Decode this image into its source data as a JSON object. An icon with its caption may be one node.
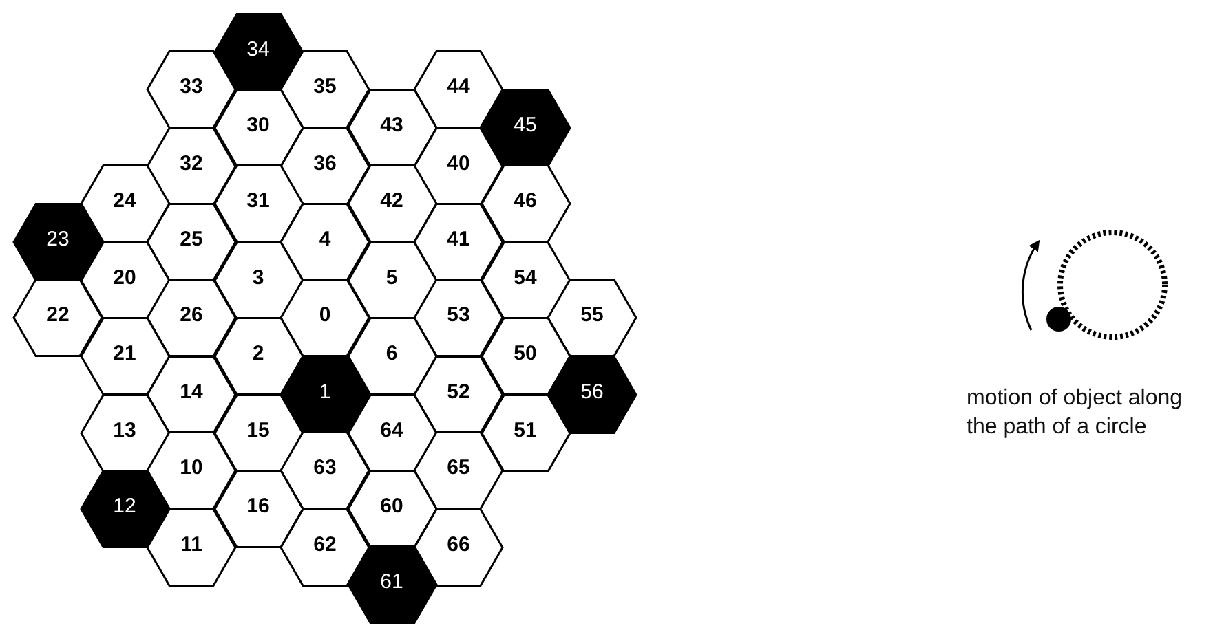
{
  "diagram": {
    "nodes": [
      {
        "text": [
          "34"
        ]
      },
      {
        "text": [
          "33"
        ]
      },
      {
        "text": [
          "35"
        ]
      },
      {
        "text": [
          "44"
        ]
      },
      {
        "text": [
          "43"
        ]
      },
      {
        "text": [
          "30"
        ]
      },
      {
        "text": [
          "45"
        ]
      },
      {
        "text": [
          "32"
        ]
      },
      {
        "text": [
          "36"
        ]
      },
      {
        "text": [
          "40"
        ]
      },
      {
        "text": [
          "24"
        ]
      },
      {
        "text": [
          "31"
        ]
      },
      {
        "text": [
          "42"
        ]
      },
      {
        "text": [
          "46"
        ]
      },
      {
        "text": [
          "4"
        ]
      },
      {
        "text": [
          "41"
        ]
      },
      {
        "text": [
          "25"
        ]
      },
      {
        "text": [
          "23"
        ]
      },
      {
        "text": [
          "3"
        ]
      },
      {
        "text": [
          "5"
        ]
      },
      {
        "text": [
          "54"
        ]
      },
      {
        "text": [
          "20"
        ]
      },
      {
        "text": [
          "53"
        ]
      },
      {
        "text": [
          "26"
        ]
      },
      {
        "text": [
          "0"
        ]
      },
      {
        "text": [
          "55"
        ]
      },
      {
        "text": [
          "22"
        ]
      },
      {
        "text": [
          "2"
        ]
      },
      {
        "text": [
          "6"
        ]
      },
      {
        "text": [
          "21"
        ]
      },
      {
        "text": [
          "50"
        ]
      },
      {
        "text": [
          "14"
        ]
      },
      {
        "text": [
          "1"
        ]
      },
      {
        "text": [
          "56"
        ]
      },
      {
        "text": [
          "52"
        ]
      },
      {
        "text": [
          "13"
        ]
      },
      {
        "text": [
          "64"
        ]
      },
      {
        "text": [
          "15"
        ]
      },
      {
        "text": [
          "51"
        ]
      },
      {
        "text": [
          "63"
        ]
      },
      {
        "text": [
          "65"
        ]
      },
      {
        "text": [
          "10"
        ]
      },
      {
        "text": [
          "16"
        ]
      },
      {
        "text": [
          "60"
        ]
      },
      {
        "text": [
          "12"
        ]
      },
      {
        "text": [
          "66"
        ]
      },
      {
        "text": [
          "11"
        ]
      },
      {
        "text": [
          "62"
        ]
      },
      {
        "text": [
          "61"
        ]
      }
    ],
    "labels": [
      "motion of object along the path of a circle"
    ]
  }
}
